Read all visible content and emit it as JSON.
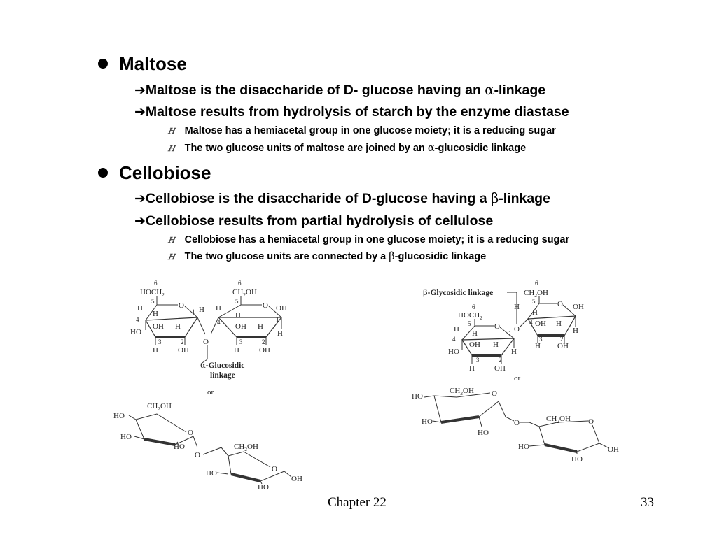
{
  "sections": [
    {
      "heading": "Maltose",
      "bullets": [
        {
          "pre": "Maltose is the disaccharide of D- glucose having an ",
          "symbol": "α",
          "post": "-linkage"
        },
        {
          "pre": "Maltose results from hydrolysis of starch by the enzyme diastase",
          "symbol": "",
          "post": ""
        }
      ],
      "subbullets": [
        {
          "pre": "Maltose has a hemiacetal group in one glucose moiety; it is a reducing sugar",
          "symbol": "",
          "post": ""
        },
        {
          "pre": "The two glucose units of maltose are joined by an ",
          "symbol": "α",
          "post": "-glucosidic linkage"
        }
      ]
    },
    {
      "heading": "Cellobiose",
      "bullets": [
        {
          "pre": "Cellobiose is the disaccharide of D-glucose having a ",
          "symbol": "β",
          "post": "-linkage"
        },
        {
          "pre": "Cellobiose results from partial hydrolysis of cellulose",
          "symbol": "",
          "post": ""
        }
      ],
      "subbullets": [
        {
          "pre": "Cellobiose has a hemiacetal group in one glucose moiety; it is a reducing sugar",
          "symbol": "",
          "post": ""
        },
        {
          "pre": "The two glucose units are connected by a ",
          "symbol": "β",
          "post": "-glucosidic linkage"
        }
      ]
    }
  ],
  "maltose_figure": {
    "alpha_prefix": "α",
    "caption_line1": "-Glucosidic",
    "caption_line2": "linkage",
    "or": "or"
  },
  "cellobiose_figure": {
    "beta_prefix": "β",
    "caption": "-Glycosidic linkage",
    "or": "or"
  },
  "footer": {
    "chapter": "Chapter 22",
    "page": "33"
  }
}
